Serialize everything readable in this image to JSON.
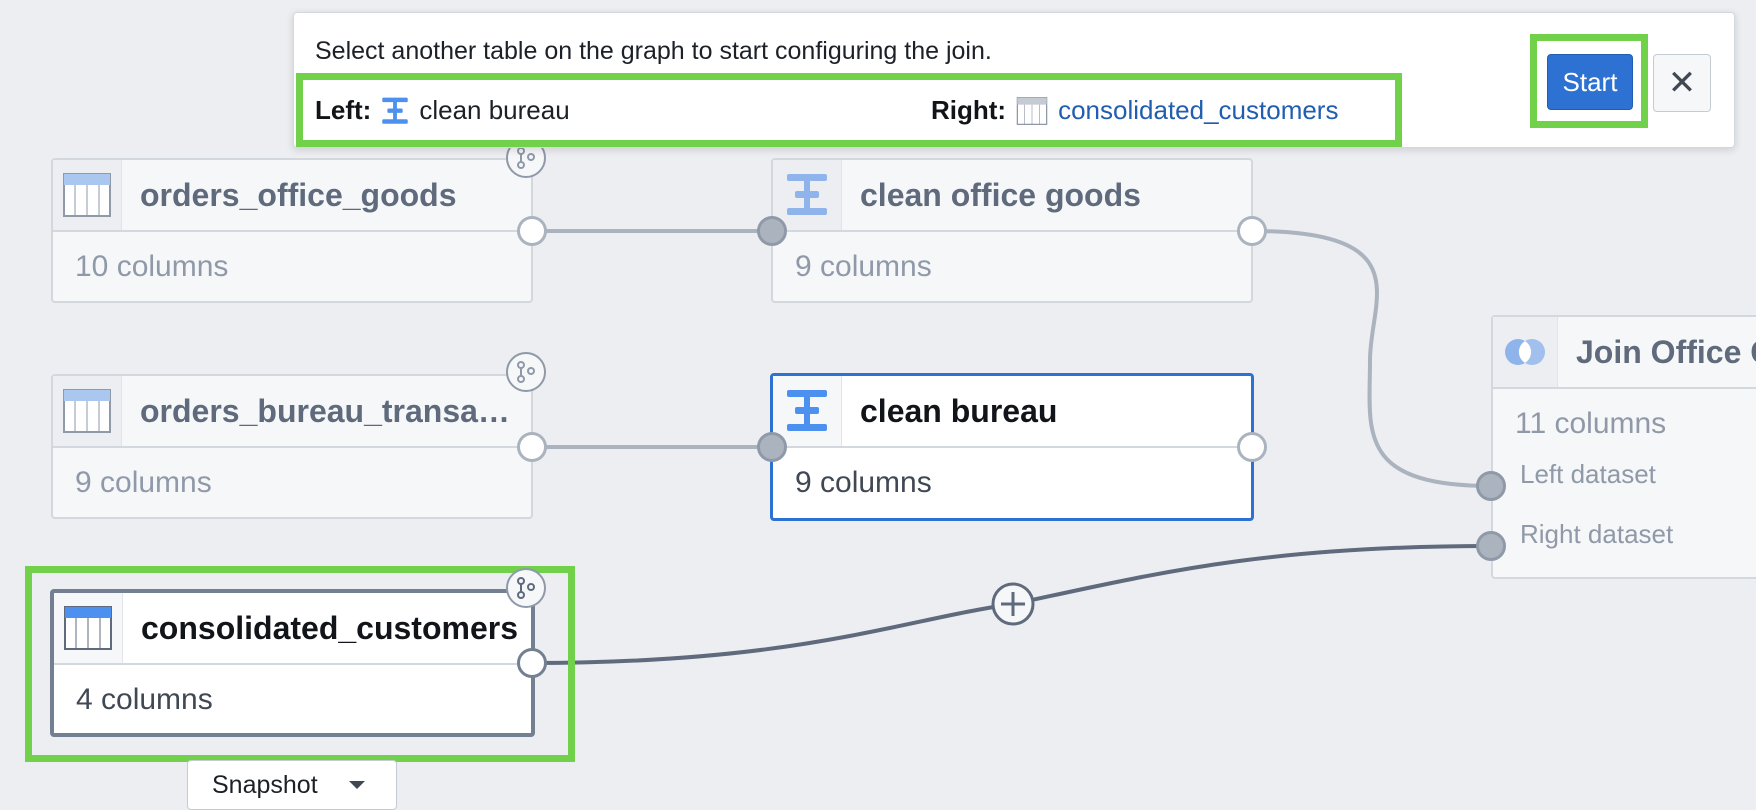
{
  "toast": {
    "message": "Select another table on the graph to start configuring the join.",
    "left_label": "Left:",
    "left_value": "clean bureau",
    "right_label": "Right:",
    "right_value": "consolidated_customers",
    "start_label": "Start",
    "close_label": "✕"
  },
  "nodes": {
    "orders_office_goods": {
      "title": "orders_office_goods",
      "columns": "10 columns",
      "icon": "table-icon"
    },
    "clean_office_goods": {
      "title": "clean office goods",
      "columns": "9 columns",
      "icon": "transform-icon"
    },
    "orders_bureau": {
      "title": "orders_bureau_transacti…",
      "columns": "9 columns",
      "icon": "table-icon"
    },
    "clean_bureau": {
      "title": "clean bureau",
      "columns": "9 columns",
      "icon": "transform-icon"
    },
    "consolidated_customers": {
      "title": "consolidated_customers",
      "columns": "4 columns",
      "icon": "table-icon"
    },
    "join": {
      "title": "Join Office G",
      "columns": "11 columns",
      "left_input": "Left dataset",
      "right_input": "Right dataset",
      "icon": "join-icon"
    }
  },
  "snapshot": {
    "label": "Snapshot",
    "icon": "caret-down-icon"
  },
  "colors": {
    "accent": "#2d72d2",
    "highlight": "#72d14b",
    "edge": "#abb3bf",
    "edge_dark": "#5f6b7c"
  }
}
